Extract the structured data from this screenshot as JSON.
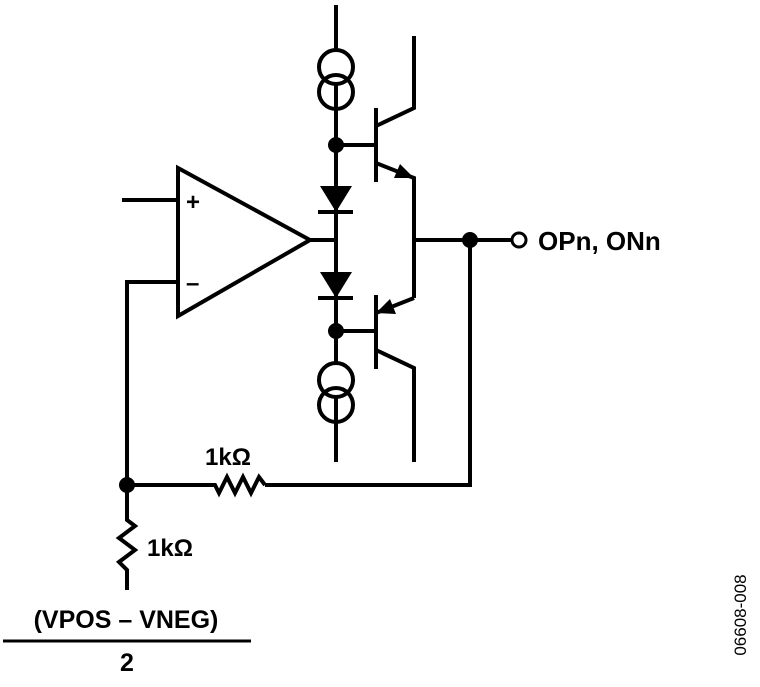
{
  "labels": {
    "output": "OPn, ONn",
    "feedback_resistor": "1kΩ",
    "input_resistor": "1kΩ",
    "numerator": "(VPOS – VNEG)",
    "denominator": "2",
    "opamp_plus": "+",
    "opamp_minus": "–",
    "figure_id": "06608-008"
  }
}
